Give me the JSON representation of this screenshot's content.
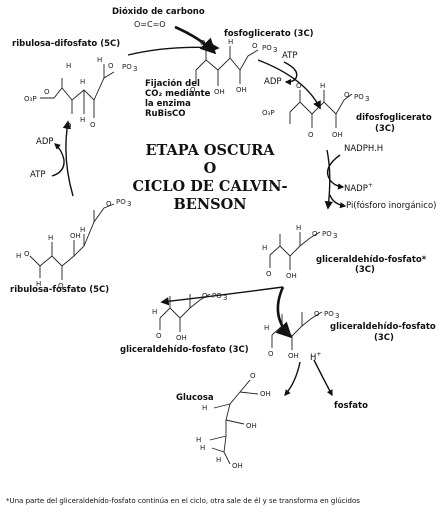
{
  "title": {
    "line1": "ETAPA OSCURA",
    "line2": "O",
    "line3": "CICLO DE CALVIN-",
    "line4": "BENSON"
  },
  "labels": {
    "co2_name": "Dióxido de carbono",
    "co2_formula": "O=C=O",
    "fosfoglicerato": "fosfoglicerato (3C)",
    "ribulosa_difosfato": "ribulosa-difosfato (5C)",
    "fijacion_line1": "Fijación del",
    "fijacion_line2": "CO₂ mediante",
    "fijacion_line3": "la enzima",
    "fijacion_line4": "RuBisCO",
    "atp_1": "ATP",
    "adp_1": "ADP",
    "difosfoglicerato": "difosfoglicerato",
    "difosfoglicerato_3c": "(3C)",
    "nadph": "NADPH.H",
    "nadp": "NADP",
    "nadp_sup": "+",
    "pi": "Pi(fósforo inorgánico)",
    "gliceraldehido_1": "gliceraldehído-fosfato*",
    "gliceraldehido_1_3c": "(3C)",
    "gliceraldehido_2": "gliceraldehído-fosfato",
    "gliceraldehido_2_3c": "(3C)",
    "gliceraldehido_3": "gliceraldehído-fosfato (3C)",
    "ribulosa_fosfato": "ribulosa-fosfato (5C)",
    "adp_2": "ADP",
    "atp_2": "ATP",
    "h_plus": "H",
    "h_plus_sup": "+",
    "fosfato": "fosfato",
    "glucosa": "Glucosa"
  },
  "footnote": "*Una parte del gliceraldehído-fosfato continúa en el ciclo, otra sale de él y se transforma en glúcidos",
  "molecule_atoms": {
    "po3": "PO3",
    "o": "O",
    "h": "H",
    "c": "C",
    "oh": "OH",
    "o3p": "O3P"
  }
}
